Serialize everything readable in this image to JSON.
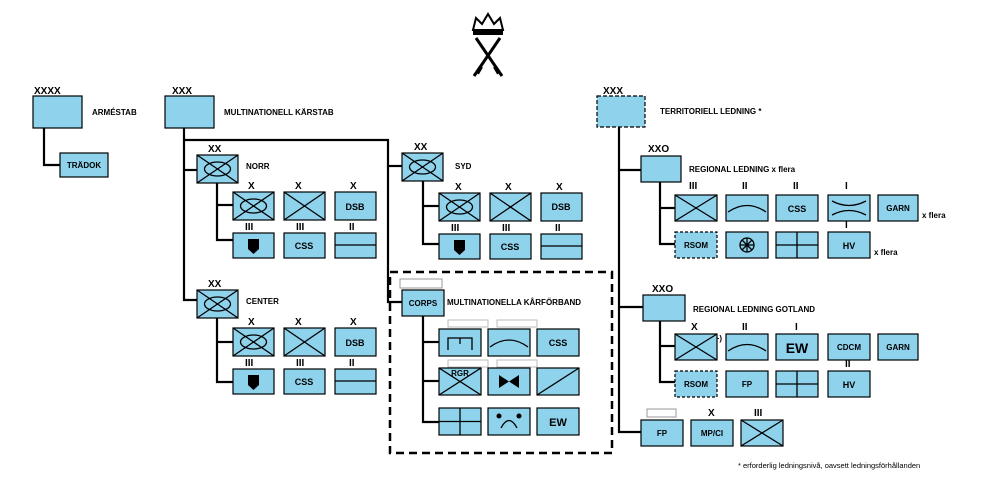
{
  "colors": {
    "unit_fill": "#8ed2ec",
    "line": "#000000",
    "white": "#ffffff"
  },
  "emblem": {
    "icon": "swedish-army-crown-and-crossed-swords-icon"
  },
  "echelons": {
    "army": "XXXX",
    "corps": "XXX",
    "territorial": "XXX",
    "div_norr": "XX",
    "div_syd": "XX",
    "div_center": "XX",
    "brigade": "X",
    "regiment": "III",
    "battalion": "II",
    "company": "I",
    "regional": "XXO",
    "regional_gotland": "XXO",
    "gotland_plus": "(+)"
  },
  "army": {
    "title": "ARMÉSTAB",
    "child": "TRÄDOK"
  },
  "hq": {
    "title": "MULTINATIONELL KÄRSTAB"
  },
  "divisions": {
    "norr": {
      "title": "NORR",
      "labels": [
        "DSB",
        "CSS"
      ]
    },
    "syd": {
      "title": "SYD",
      "labels": [
        "DSB",
        "CSS"
      ]
    },
    "center": {
      "title": "CENTER",
      "labels": [
        "DSB",
        "CSS"
      ]
    }
  },
  "corps": {
    "badge": "CORPS",
    "title": "MULTINATIONELLA KÅRFÖRBAND",
    "css": "CSS",
    "rgr": "RGR",
    "ew": "EW"
  },
  "territorial": {
    "title": "TERRITORIELL LEDNING *"
  },
  "regional": {
    "title": "REGIONAL LEDNING x flera",
    "css": "CSS",
    "garn": "GARN",
    "garn_note": "x flera",
    "rsom": "RSOM",
    "hv": "HV",
    "hv_note": "x flera"
  },
  "gotland": {
    "title": "REGIONAL LEDNING GOTLAND",
    "ew": "EW",
    "cdcm": "CDCM",
    "garn": "GARN",
    "rsom": "RSOM",
    "fp": "FP",
    "hv": "HV"
  },
  "bottom": {
    "fp": "FP",
    "mpci": "MP/CI"
  },
  "footnote": "* erforderlig ledningsnivå,  oavsett ledningsförhållanden"
}
